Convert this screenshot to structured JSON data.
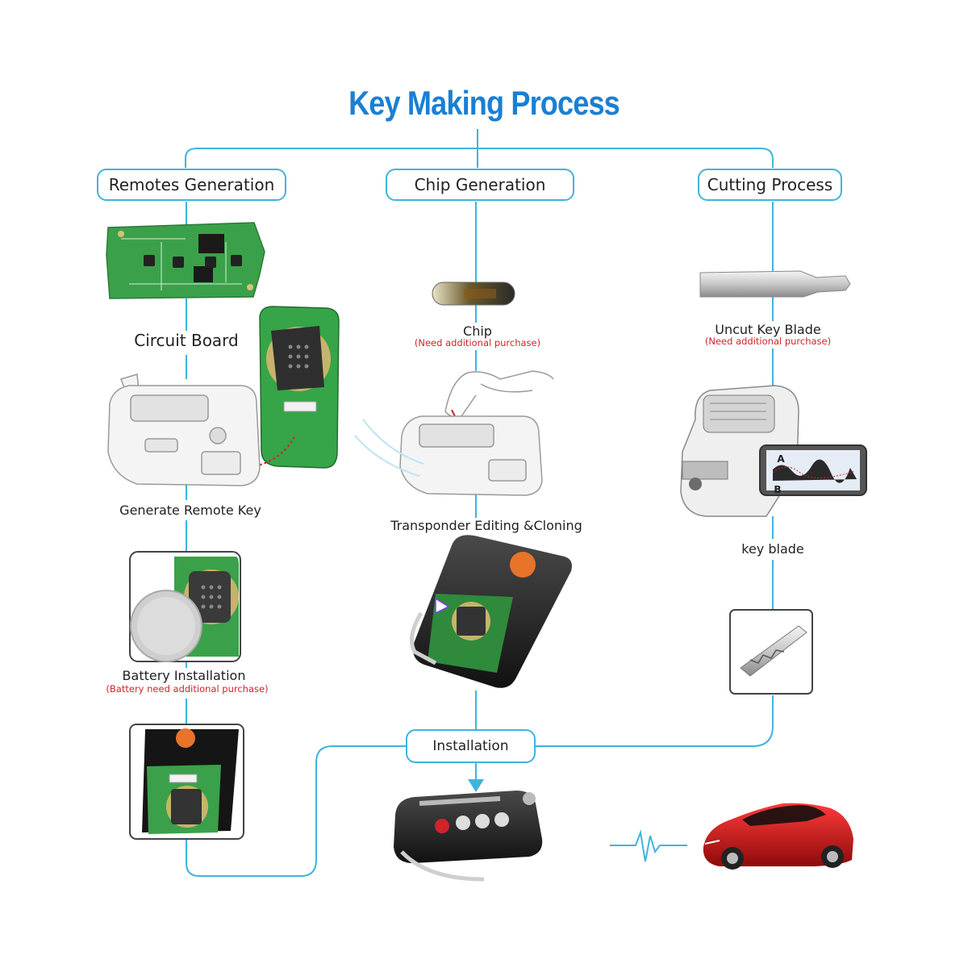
{
  "title": "Key Making Process",
  "columns": {
    "remotes": {
      "header": "Remotes Generation",
      "circuit_board": "Circuit Board",
      "generate": "Generate Remote Key",
      "battery": "Battery Installation",
      "battery_note": "(Battery need additional purchase)"
    },
    "chip": {
      "header": "Chip Generation",
      "chip": "Chip",
      "chip_note": "(Need additional purchase)",
      "transponder": "Transponder Editing &Cloning"
    },
    "cutting": {
      "header": "Cutting Process",
      "uncut": "Uncut Key  Blade",
      "uncut_note": "(Need additional purchase)",
      "key_blade": "key blade",
      "cut_marks": [
        "A",
        "B"
      ]
    }
  },
  "installation": "Installation",
  "icons": [
    "pcb-board-icon",
    "remote-pcb-icon",
    "key-tool-device-icon",
    "battery-coin-icon",
    "remote-key-shell-icon",
    "transponder-chip-icon",
    "hand-icon",
    "flip-key-icon",
    "uncut-blade-icon",
    "key-cutting-machine-icon",
    "cut-blade-icon",
    "finished-flip-key-icon",
    "heartbeat-signal-icon",
    "red-car-icon"
  ],
  "colors": {
    "title": "#1a7fd4",
    "lines": "#3fb4dc",
    "note": "#d2232a",
    "pcb": "#3aa14a"
  }
}
